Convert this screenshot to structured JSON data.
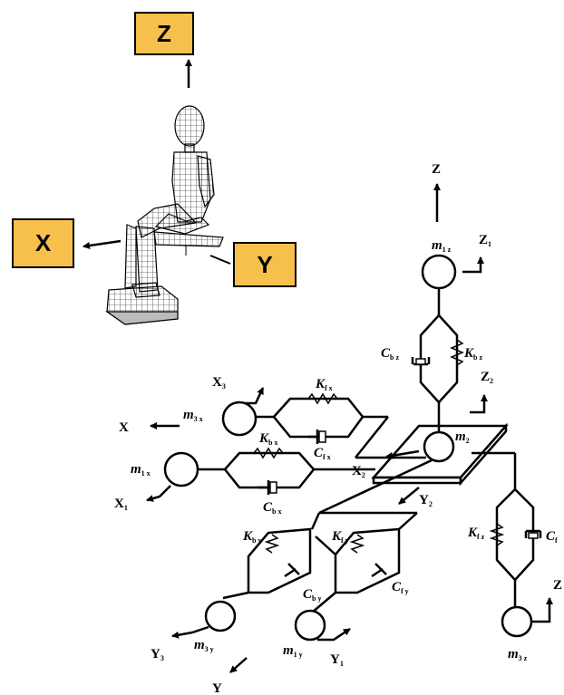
{
  "axis_boxes": {
    "z": "Z",
    "x": "X",
    "y": "Y"
  },
  "labels": {
    "Z_top": "Z",
    "Z1": {
      "base": "Z",
      "sub": "1"
    },
    "m1z": {
      "base": "m",
      "sub": "1 z"
    },
    "Cbz": {
      "base": "C",
      "sub": "b z"
    },
    "Kbz": {
      "base": "K",
      "sub": "b z"
    },
    "Z2": {
      "base": "Z",
      "sub": "2"
    },
    "m2": {
      "base": "m",
      "sub": "2"
    },
    "X3": {
      "base": "X",
      "sub": "3"
    },
    "Kfx": {
      "base": "K",
      "sub": "f x"
    },
    "m3x": {
      "base": "m",
      "sub": "3 x"
    },
    "X_axis": "X",
    "Cfx": {
      "base": "C",
      "sub": "f x"
    },
    "Kbx": {
      "base": "K",
      "sub": "b x"
    },
    "m1x": {
      "base": "m",
      "sub": "1 x"
    },
    "Cbx": {
      "base": "C",
      "sub": "b x"
    },
    "X1": {
      "base": "X",
      "sub": "1"
    },
    "X2": {
      "base": "X",
      "sub": "2"
    },
    "Y2": {
      "base": "Y",
      "sub": "2"
    },
    "Kby": {
      "base": "K",
      "sub": "b y"
    },
    "Kfy": {
      "base": "K",
      "sub": "f y"
    },
    "Cby": {
      "base": "C",
      "sub": "b y"
    },
    "Cfy": {
      "base": "C",
      "sub": "f y"
    },
    "Kfz": {
      "base": "K",
      "sub": "f z"
    },
    "Cfz": {
      "base": "C",
      "sub": "f"
    },
    "Z3": "Z",
    "m3y": {
      "base": "m",
      "sub": "3 y"
    },
    "m1y": {
      "base": "m",
      "sub": "1 y"
    },
    "Y1": {
      "base": "Y",
      "sub": "1"
    },
    "Y3": {
      "base": "Y",
      "sub": "3"
    },
    "m3z": {
      "base": "m",
      "sub": "3 z"
    },
    "Y_axis": "Y"
  },
  "colors": {
    "axis_box_fill": "#f7c04c",
    "line": "#000000"
  }
}
